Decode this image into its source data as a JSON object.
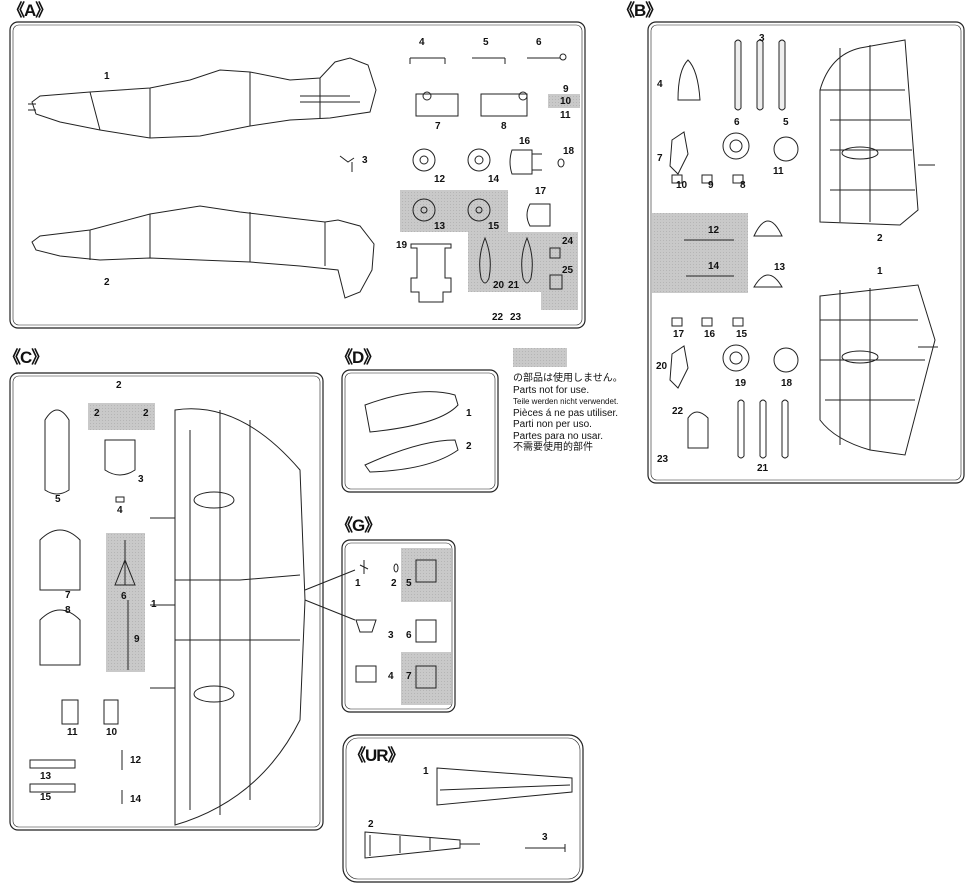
{
  "sheets": {
    "A": {
      "title": "《A》",
      "labels": [
        "1",
        "2",
        "3",
        "4",
        "5",
        "6",
        "7",
        "8",
        "9",
        "10",
        "11",
        "12",
        "13",
        "14",
        "15",
        "16",
        "17",
        "18",
        "19",
        "20",
        "21",
        "22",
        "23",
        "24",
        "25"
      ]
    },
    "B": {
      "title": "《B》",
      "labels": [
        "1",
        "2",
        "3",
        "4",
        "5",
        "6",
        "7",
        "8",
        "9",
        "10",
        "11",
        "12",
        "13",
        "14",
        "15",
        "16",
        "17",
        "18",
        "19",
        "20",
        "21",
        "22",
        "23"
      ]
    },
    "C": {
      "title": "《C》",
      "labels": [
        "1",
        "2",
        "2",
        "2",
        "3",
        "4",
        "5",
        "6",
        "7",
        "8",
        "9",
        "10",
        "11",
        "12",
        "13",
        "14",
        "15"
      ]
    },
    "D": {
      "title": "《D》",
      "labels": [
        "1",
        "2"
      ]
    },
    "G": {
      "title": "《G》",
      "labels": [
        "1",
        "2",
        "3",
        "4",
        "5",
        "6",
        "7"
      ]
    },
    "UR": {
      "title": "《UR》",
      "labels": [
        "1",
        "2",
        "3"
      ]
    }
  },
  "legend": {
    "lines": [
      "の部品は使用しません。",
      "Parts not for use.",
      "Teile werden nicht verwendet.",
      "Pièces á ne pas utiliser.",
      "Parti non per uso.",
      "Partes para no usar.",
      "不需要使用的部件"
    ]
  },
  "colors": {
    "unused_parts": "#c4c4c4",
    "outline": "#222222"
  }
}
